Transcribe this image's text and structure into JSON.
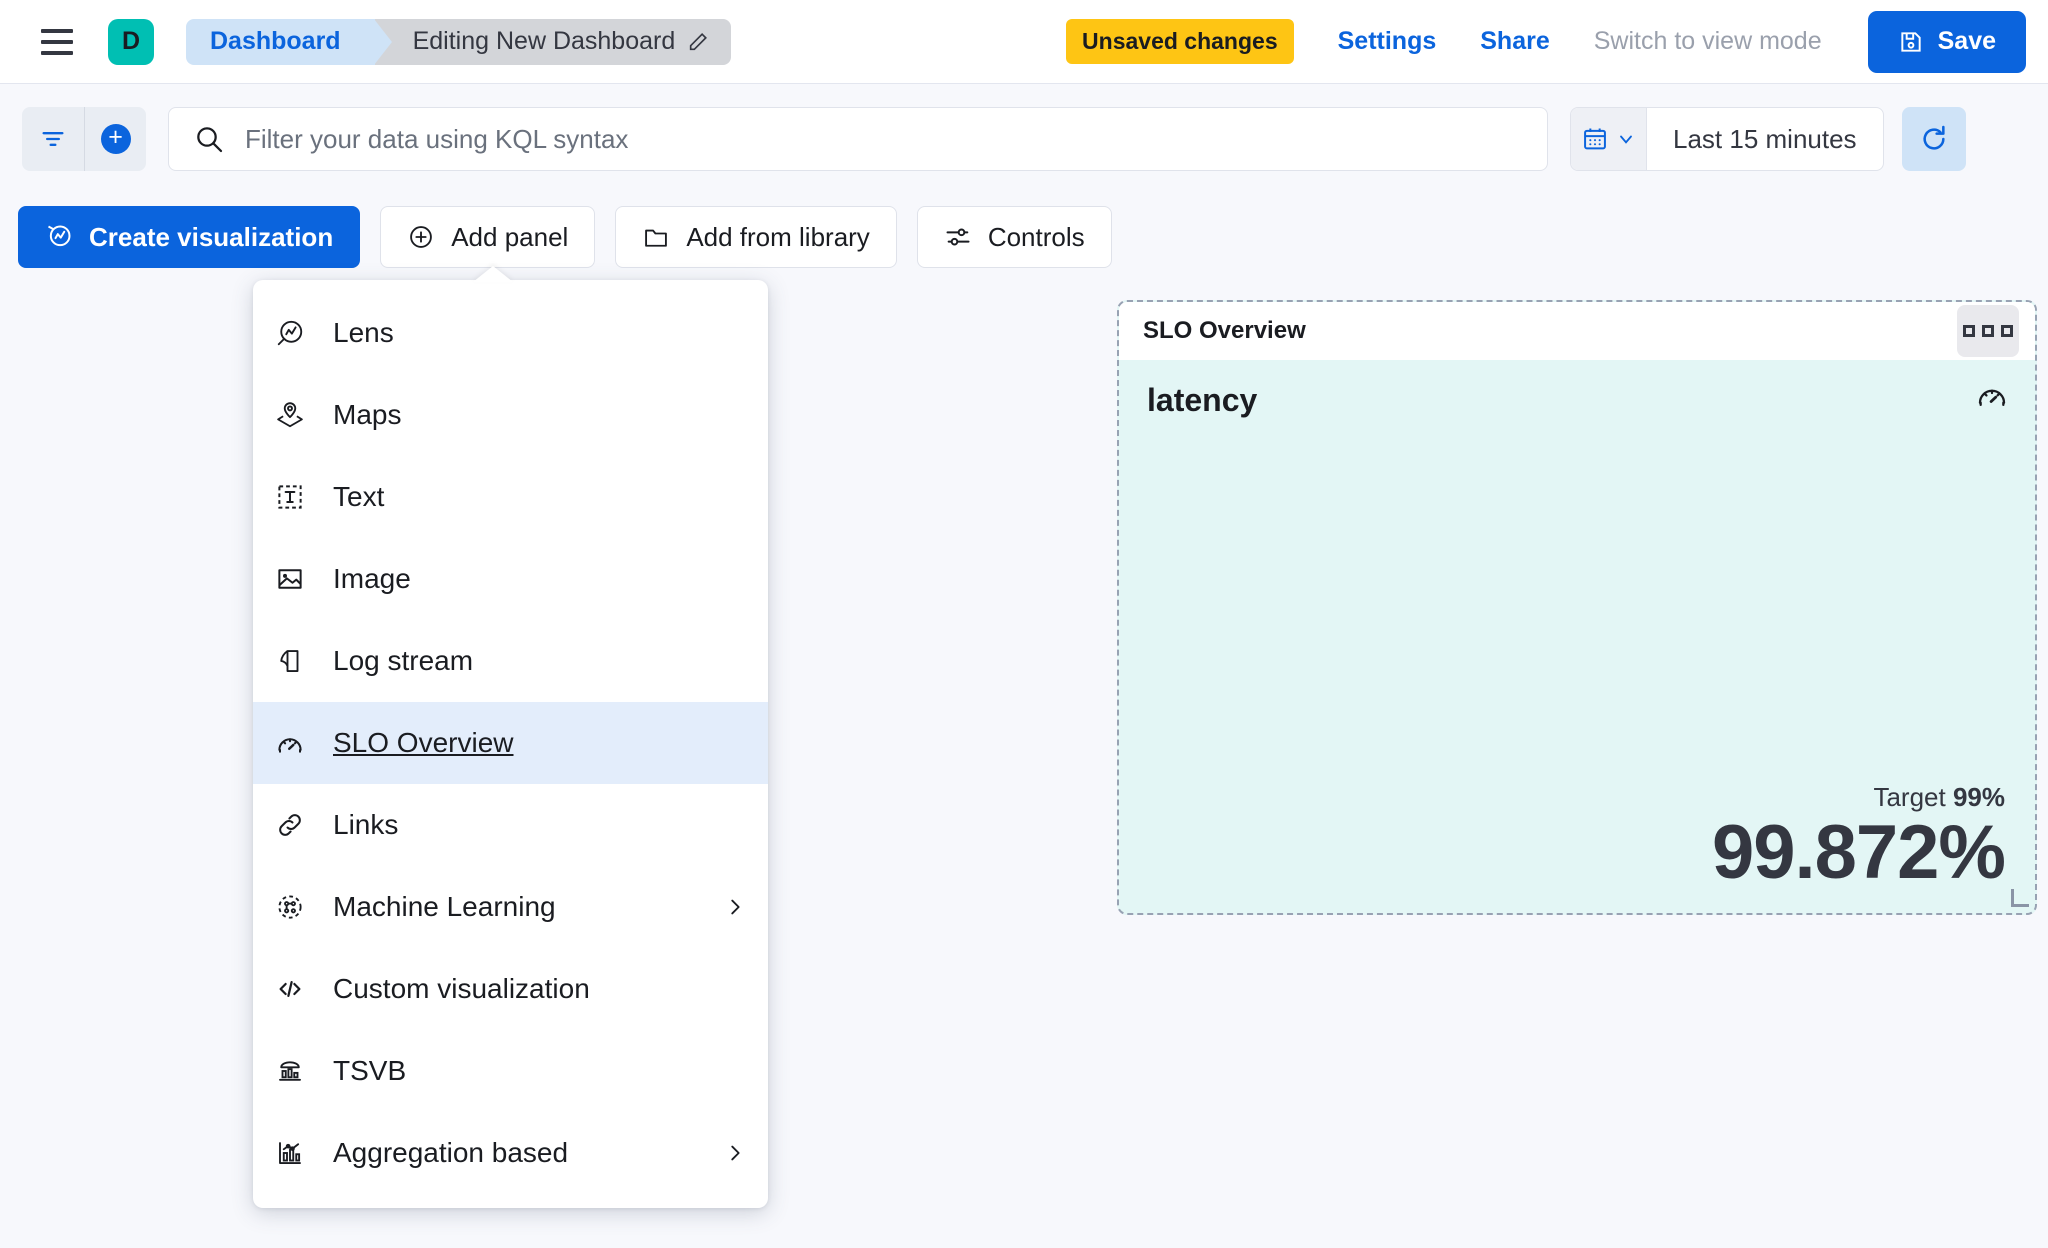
{
  "header": {
    "menu_icon": "hamburger-icon",
    "avatar_letter": "D",
    "breadcrumb_root": "Dashboard",
    "breadcrumb_current": "Editing New Dashboard",
    "edit_icon": "pencil-icon",
    "unsaved_badge": "Unsaved changes",
    "settings_link": "Settings",
    "share_link": "Share",
    "view_mode_link": "Switch to view mode",
    "save_label": "Save",
    "save_icon": "save-disk-icon"
  },
  "querybar": {
    "filter_icon": "filter-icon",
    "add_filter_icon": "plus-circle-icon",
    "search_icon": "search-icon",
    "placeholder": "Filter your data using KQL syntax",
    "calendar_icon": "calendar-icon",
    "chevron_icon": "chevron-down-icon",
    "time_range": "Last 15 minutes",
    "refresh_icon": "refresh-icon"
  },
  "toolbar": {
    "buttons": [
      {
        "label": "Create visualization",
        "icon": "lens-icon",
        "primary": true
      },
      {
        "label": "Add panel",
        "icon": "plus-circle-outline-icon",
        "primary": false
      },
      {
        "label": "Add from library",
        "icon": "folder-icon",
        "primary": false
      },
      {
        "label": "Controls",
        "icon": "controls-icon",
        "primary": false
      }
    ]
  },
  "add_panel_menu": {
    "items": [
      {
        "label": "Lens",
        "icon": "lens-icon",
        "active": false,
        "submenu": false
      },
      {
        "label": "Maps",
        "icon": "map-marker-layers-icon",
        "active": false,
        "submenu": false
      },
      {
        "label": "Text",
        "icon": "text-box-icon",
        "active": false,
        "submenu": false
      },
      {
        "label": "Image",
        "icon": "image-icon",
        "active": false,
        "submenu": false
      },
      {
        "label": "Log stream",
        "icon": "log-stream-icon",
        "active": false,
        "submenu": false
      },
      {
        "label": "SLO Overview",
        "icon": "gauge-icon",
        "active": true,
        "submenu": false
      },
      {
        "label": "Links",
        "icon": "link-icon",
        "active": false,
        "submenu": false
      },
      {
        "label": "Machine Learning",
        "icon": "machine-learning-icon",
        "active": false,
        "submenu": true
      },
      {
        "label": "Custom visualization",
        "icon": "code-icon",
        "active": false,
        "submenu": false
      },
      {
        "label": "TSVB",
        "icon": "tsvb-chart-icon",
        "active": false,
        "submenu": false
      },
      {
        "label": "Aggregation based",
        "icon": "aggregation-chart-icon",
        "active": false,
        "submenu": true
      }
    ]
  },
  "panel": {
    "title": "SLO Overview",
    "context_menu_icon": "three-squares-icon",
    "slo_name": "latency",
    "slo_icon": "gauge-icon",
    "target_label": "Target",
    "target_value": "99%",
    "current_value": "99.872%"
  },
  "colors": {
    "accent_blue": "#0b64dd",
    "brand_teal": "#00bfb3",
    "warning_yellow": "#fec514",
    "panel_bg": "#e3f6f5",
    "menu_active": "#e3edfb"
  }
}
